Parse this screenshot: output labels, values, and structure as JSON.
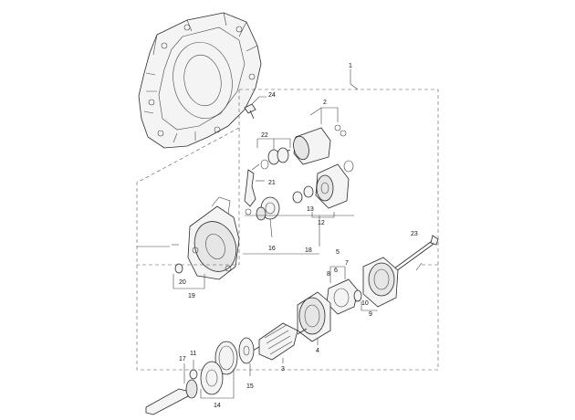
{
  "callouts": [
    {
      "id": "callout-1",
      "text": "1"
    },
    {
      "id": "callout-2",
      "text": "2"
    },
    {
      "id": "callout-3",
      "text": "3"
    },
    {
      "id": "callout-4",
      "text": "4"
    },
    {
      "id": "callout-5",
      "text": "5"
    },
    {
      "id": "callout-6",
      "text": "6"
    },
    {
      "id": "callout-7",
      "text": "7"
    },
    {
      "id": "callout-8",
      "text": "8"
    },
    {
      "id": "callout-9",
      "text": "9"
    },
    {
      "id": "callout-10",
      "text": "10"
    },
    {
      "id": "callout-11",
      "text": "11"
    },
    {
      "id": "callout-12",
      "text": "12"
    },
    {
      "id": "callout-13",
      "text": "13"
    },
    {
      "id": "callout-14",
      "text": "14"
    },
    {
      "id": "callout-15",
      "text": "15"
    },
    {
      "id": "callout-16",
      "text": "16"
    },
    {
      "id": "callout-17",
      "text": "17"
    },
    {
      "id": "callout-18",
      "text": "18"
    },
    {
      "id": "callout-19",
      "text": "19"
    },
    {
      "id": "callout-20",
      "text": "20"
    },
    {
      "id": "callout-21",
      "text": "21"
    },
    {
      "id": "callout-22",
      "text": "22"
    },
    {
      "id": "callout-23",
      "text": "23"
    },
    {
      "id": "callout-24",
      "text": "24"
    }
  ]
}
